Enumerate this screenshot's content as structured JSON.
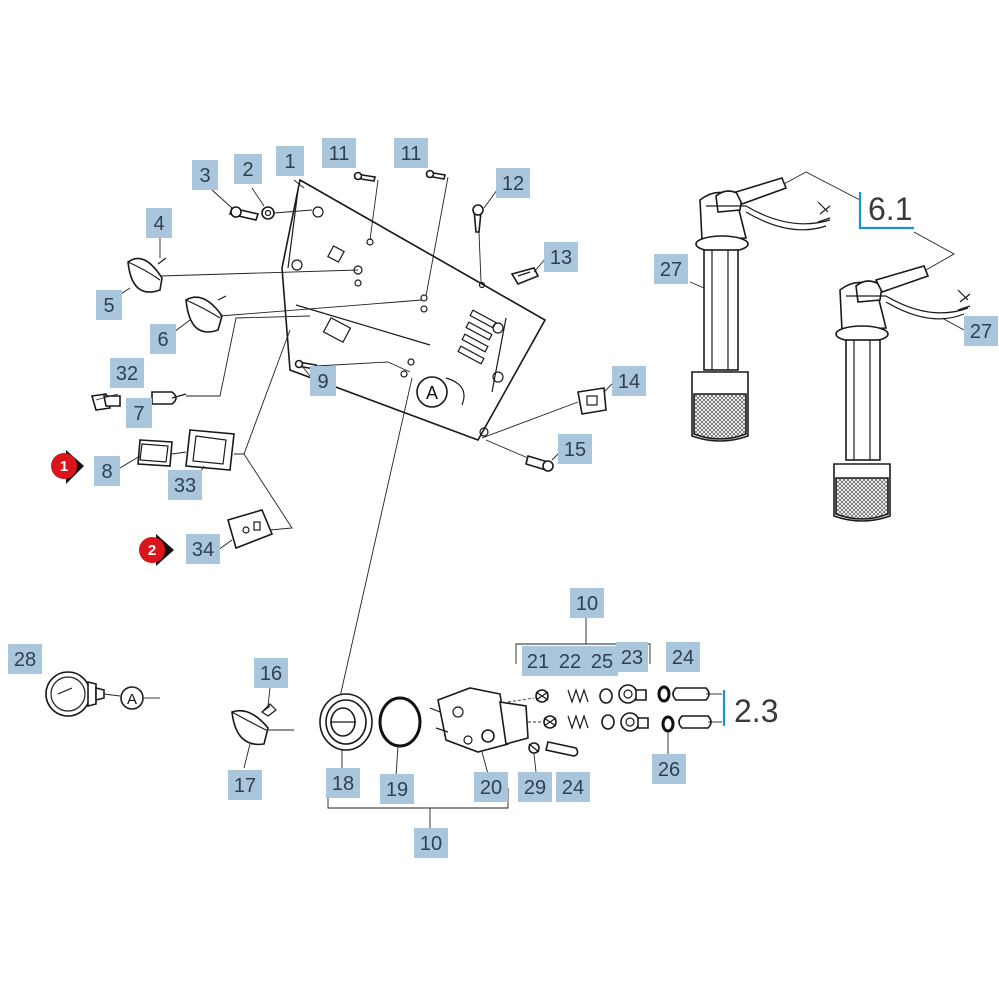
{
  "part_labels": [
    {
      "id": "p1",
      "text": "1"
    },
    {
      "id": "p2",
      "text": "2"
    },
    {
      "id": "p3",
      "text": "3"
    },
    {
      "id": "p4",
      "text": "4"
    },
    {
      "id": "p5",
      "text": "5"
    },
    {
      "id": "p6",
      "text": "6"
    },
    {
      "id": "p7",
      "text": "7"
    },
    {
      "id": "p8",
      "text": "8"
    },
    {
      "id": "p9",
      "text": "9"
    },
    {
      "id": "p10a",
      "text": "10"
    },
    {
      "id": "p10b",
      "text": "10"
    },
    {
      "id": "p11a",
      "text": "11"
    },
    {
      "id": "p11b",
      "text": "11"
    },
    {
      "id": "p12",
      "text": "12"
    },
    {
      "id": "p13",
      "text": "13"
    },
    {
      "id": "p14",
      "text": "14"
    },
    {
      "id": "p15",
      "text": "15"
    },
    {
      "id": "p16",
      "text": "16"
    },
    {
      "id": "p17",
      "text": "17"
    },
    {
      "id": "p18",
      "text": "18"
    },
    {
      "id": "p19",
      "text": "19"
    },
    {
      "id": "p20",
      "text": "20"
    },
    {
      "id": "p21",
      "text": "21"
    },
    {
      "id": "p22",
      "text": "22"
    },
    {
      "id": "p23",
      "text": "23"
    },
    {
      "id": "p24a",
      "text": "24"
    },
    {
      "id": "p24b",
      "text": "24"
    },
    {
      "id": "p25",
      "text": "25"
    },
    {
      "id": "p26",
      "text": "26"
    },
    {
      "id": "p27a",
      "text": "27"
    },
    {
      "id": "p27b",
      "text": "27"
    },
    {
      "id": "p28",
      "text": "28"
    },
    {
      "id": "p29",
      "text": "29"
    },
    {
      "id": "p32",
      "text": "32"
    },
    {
      "id": "p33",
      "text": "33"
    },
    {
      "id": "p34",
      "text": "34"
    }
  ],
  "references": {
    "ref_6_1": "6.1",
    "ref_2_3": "2.3"
  },
  "markers": {
    "m1": "1",
    "m2": "2"
  },
  "panel_symbol": "A",
  "gauge_symbol": "A",
  "colors": {
    "label_box": "#a9c6dd",
    "label_text": "#2f4050",
    "bracket": "#1e8ed8",
    "marker": "#d9141b"
  }
}
